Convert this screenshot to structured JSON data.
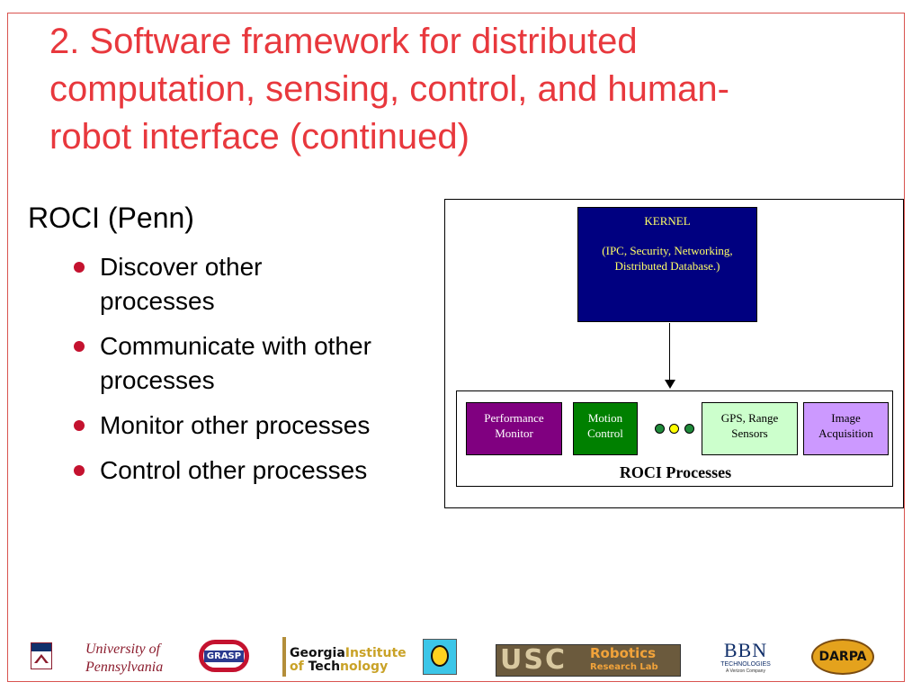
{
  "slide": {
    "title_lines": [
      "2. Software framework for distributed",
      "computation, sensing, control, and human-",
      "robot interface (continued)"
    ],
    "section_heading": "ROCI (Penn)",
    "bullets": [
      [
        "Discover other",
        "processes"
      ],
      [
        "Communicate with other",
        "processes"
      ],
      [
        "Monitor other processes"
      ],
      [
        "Control other processes"
      ]
    ],
    "colors": {
      "title": "#e8383d",
      "frame": "#d9534f",
      "bullet": "#c4122f"
    }
  },
  "diagram": {
    "kernel_title": "KERNEL",
    "kernel_desc_lines": [
      "(IPC, Security, Networking,",
      "Distributed Database.)"
    ],
    "processes_title": "ROCI Processes",
    "process_boxes": [
      {
        "lines": [
          "Performance",
          "Monitor"
        ],
        "color": "#800080"
      },
      {
        "lines": [
          "Motion",
          "Control"
        ],
        "color": "#008000"
      },
      {
        "lines": [
          "GPS, Range",
          "Sensors"
        ],
        "color": "#ccffcc"
      },
      {
        "lines": [
          "Image",
          "Acquisition"
        ],
        "color": "#cc99ff"
      }
    ],
    "kernel_color": "#000080",
    "kernel_text_color": "#ffff66"
  },
  "footer": {
    "upenn_lines": [
      "University of",
      "Pennsylvania"
    ],
    "grasp_label": "GRASP",
    "gt_line1_black": "Georgia",
    "gt_line1_gold": "Institute",
    "gt_line2_black_a": "of ",
    "gt_line2_black_b": "Tech",
    "gt_line2_gold": "nology",
    "usc_label": "USC",
    "usc_robotics": "Robotics",
    "usc_lab": "Research Lab",
    "bbn_name": "BBN",
    "bbn_sub": "TECHNOLOGIES",
    "bbn_tag": "A Verizon Company",
    "darpa_label": "DARPA"
  }
}
